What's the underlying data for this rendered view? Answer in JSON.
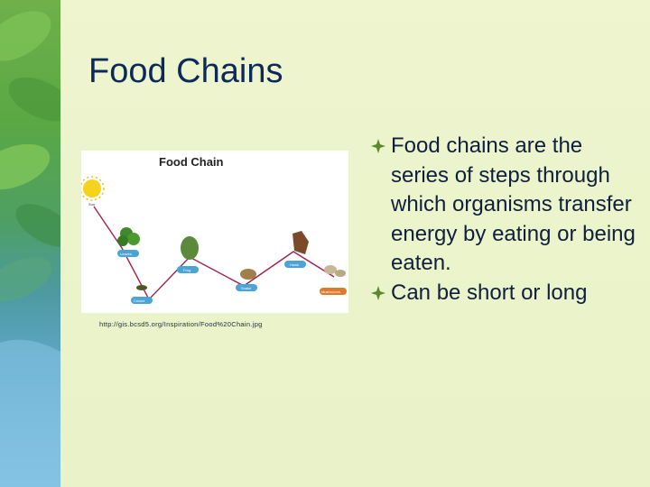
{
  "slide": {
    "title": "Food Chains",
    "figure": {
      "heading": "Food Chain",
      "caption": "http://gis.bcsd5.org/Inspiration/Food%20Chain.jpg",
      "labels": {
        "sun": "Sun",
        "leaves": "Leaves",
        "cricket": "Cricket",
        "frog": "Frog",
        "snake": "Snake",
        "hawk": "Hawk",
        "mushrooms": "Mushrooms"
      }
    },
    "bullets": [
      "Food chains are the series of steps through which organisms transfer energy by eating or being eaten.",
      "Can be short or long"
    ]
  }
}
